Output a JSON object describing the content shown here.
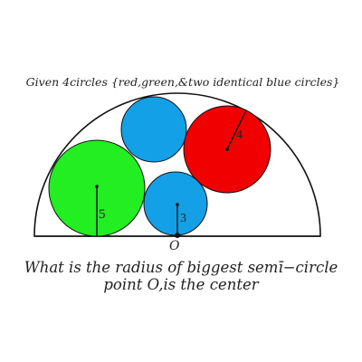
{
  "header": {
    "text": "Given 4circles {red,green,&two identical blue circles}"
  },
  "figure": {
    "labels": {
      "red_radius": "4",
      "green_radius": "5",
      "blue_radius": "3",
      "center_point": "O"
    },
    "colors": {
      "red": "#f00000",
      "green": "#22ee22",
      "blue": "#14a0e6",
      "outline": "#111111"
    }
  },
  "question": {
    "line1": "What is the radius of biggest semī−circle",
    "line2": "point O,is the center"
  }
}
